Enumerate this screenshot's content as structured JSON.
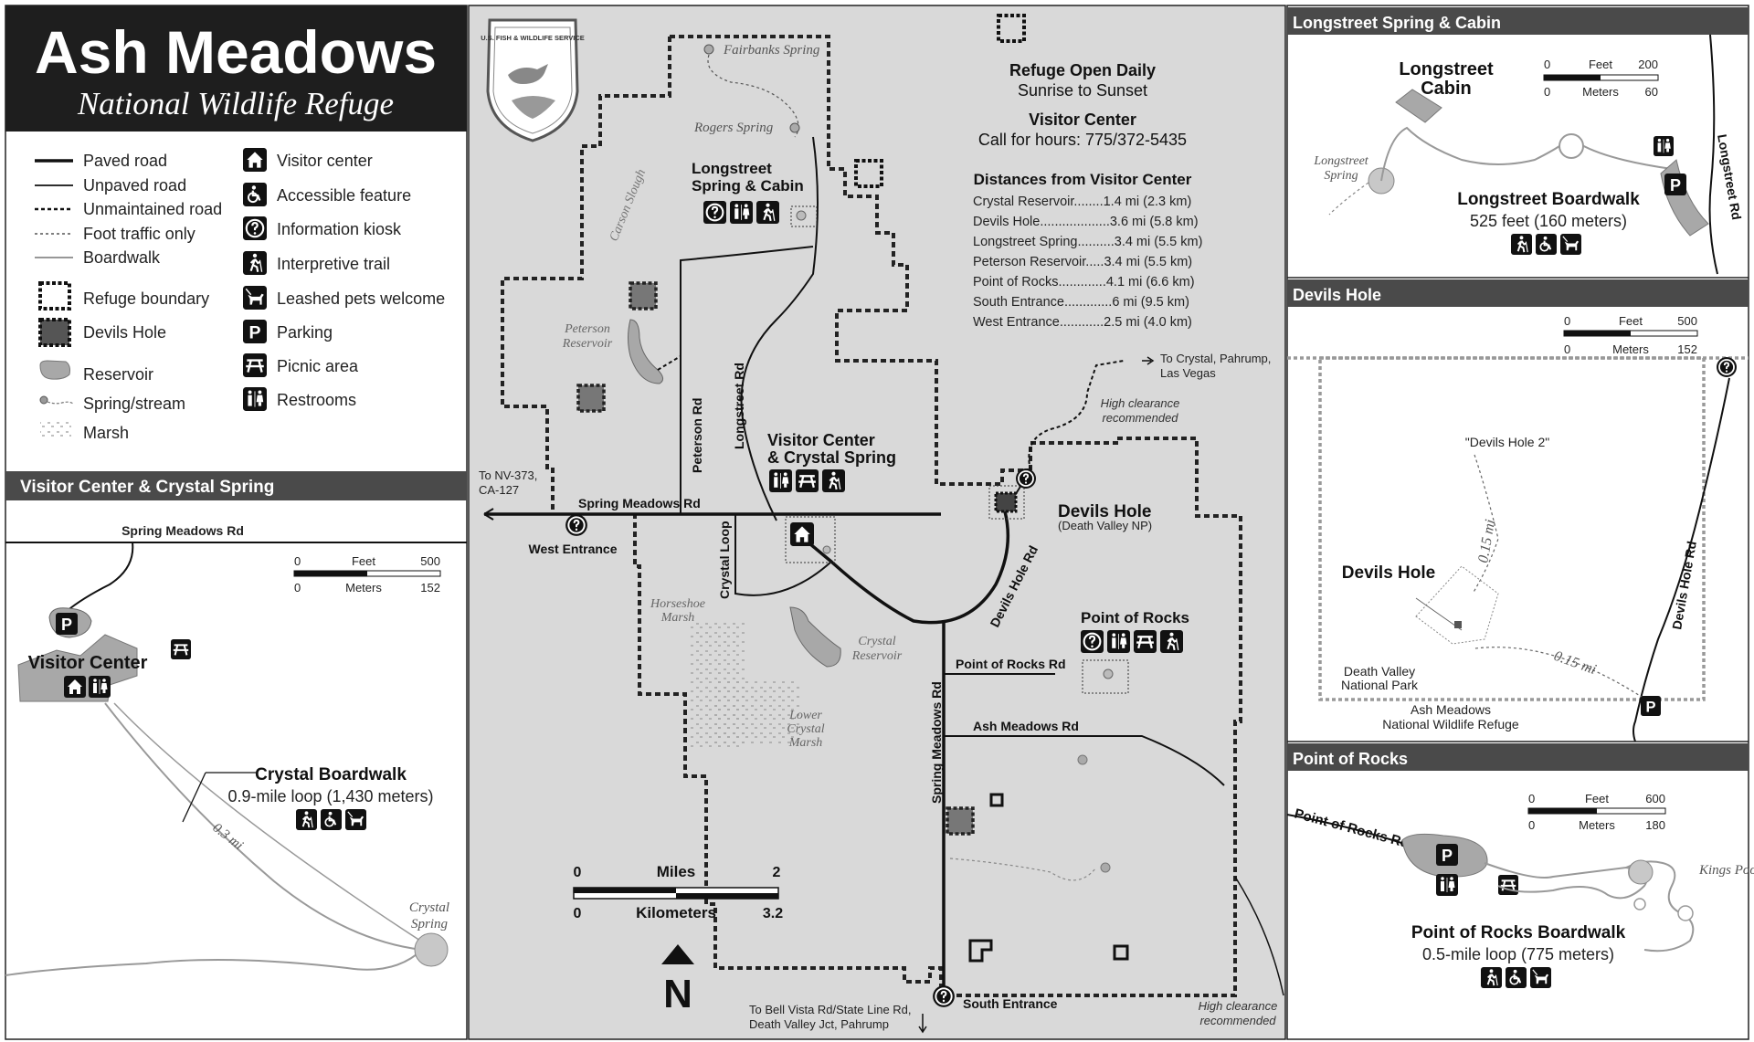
{
  "title": {
    "main": "Ash Meadows",
    "sub": "National Wildlife Refuge"
  },
  "logo_text": "U.S. FISH & WILDLIFE SERVICE",
  "legend_lines": [
    {
      "label": "Paved road",
      "style": "paved"
    },
    {
      "label": "Unpaved road",
      "style": "unpaved"
    },
    {
      "label": "Unmaintained road",
      "style": "unmaintained"
    },
    {
      "label": "Foot traffic only",
      "style": "foot"
    },
    {
      "label": "Boardwalk",
      "style": "boardwalk"
    }
  ],
  "legend_areas": [
    {
      "label": "Refuge boundary",
      "style": "boundary"
    },
    {
      "label": "Devils Hole",
      "style": "devilshole"
    },
    {
      "label": "Reservoir",
      "style": "reservoir"
    },
    {
      "label": "Spring/stream",
      "style": "spring"
    },
    {
      "label": "Marsh",
      "style": "marsh"
    }
  ],
  "legend_symbols": [
    {
      "label": "Visitor center",
      "icon": "house-icon"
    },
    {
      "label": "Accessible feature",
      "icon": "wheelchair-icon"
    },
    {
      "label": "Information kiosk",
      "icon": "info-icon"
    },
    {
      "label": "Interpretive trail",
      "icon": "hiker-icon"
    },
    {
      "label": "Leashed pets welcome",
      "icon": "dog-icon"
    },
    {
      "label": "Parking",
      "icon": "parking-icon"
    },
    {
      "label": "Picnic area",
      "icon": "picnic-icon"
    },
    {
      "label": "Restrooms",
      "icon": "restroom-icon"
    }
  ],
  "symbol_letters": {
    "parking": "P",
    "info": "?"
  },
  "info_block": {
    "open_title": "Refuge Open Daily",
    "open_hours": "Sunrise to Sunset",
    "vc_title": "Visitor Center",
    "vc_phone": "Call for hours: 775/372-5435",
    "distances_title": "Distances from Visitor Center",
    "distances": [
      "Crystal Reservoir........1.4 mi (2.3 km)",
      "Devils Hole...................3.6 mi (5.8 km)",
      "Longstreet Spring..........3.4 mi (5.5 km)",
      "Peterson Reservoir.....3.4 mi (5.5 km)",
      "Point of Rocks.............4.1 mi (6.6 km)",
      "South Entrance.............6 mi (9.5 km)",
      "West Entrance............2.5 mi (4.0 km)"
    ]
  },
  "main_map": {
    "fairbanks": "Fairbanks Spring",
    "rogers": "Rogers Spring",
    "carson": "Carson Slough",
    "longstreet_title1": "Longstreet",
    "longstreet_title2": "Spring & Cabin",
    "peterson_res1": "Peterson",
    "peterson_res2": "Reservoir",
    "peterson_rd": "Peterson Rd",
    "longstreet_rd": "Longstreet Rd",
    "vc_title1": "Visitor Center",
    "vc_title2": "& Crystal Spring",
    "to_nv1": "To NV-373,",
    "to_nv2": "CA-127",
    "spring_meadows_rd": "Spring Meadows Rd",
    "west_entrance": "West Entrance",
    "horseshoe1": "Horseshoe",
    "horseshoe2": "Marsh",
    "crystal_loop": "Crystal Loop",
    "crystal_res1": "Crystal",
    "crystal_res2": "Reservoir",
    "lower1": "Lower",
    "lower2": "Crystal",
    "lower3": "Marsh",
    "to_crystal1": "To Crystal, Pahrump,",
    "to_crystal2": "Las Vegas",
    "high_clear1": "High clearance",
    "high_clear2": "recommended",
    "devils_hole": "Devils Hole",
    "devils_hole_sub": "(Death Valley NP)",
    "devils_hole_rd": "Devils Hole Rd",
    "point_of_rocks": "Point of Rocks",
    "point_of_rocks_rd": "Point of Rocks Rd",
    "ash_meadows_rd": "Ash Meadows Rd",
    "spring_meadows_rd_v": "Spring Meadows Rd",
    "south_entrance": "South Entrance",
    "to_bell1": "To Bell Vista Rd/State Line Rd,",
    "to_bell2": "Death Valley Jct, Pahrump",
    "high_clear_s1": "High clearance",
    "high_clear_s2": "recommended",
    "north": "N"
  },
  "scalebar_main": {
    "miles_label": "Miles",
    "km_label": "Kilometers",
    "mi_min": "0",
    "mi_max": "2",
    "km_min": "0",
    "km_max": "3.2"
  },
  "inset_visitor": {
    "heading": "Visitor Center & Crystal Spring",
    "road": "Spring Meadows Rd",
    "vc_label": "Visitor Center",
    "boardwalk_title": "Crystal Boardwalk",
    "boardwalk_sub": "0.9-mile loop (1,430 meters)",
    "distance": "0.3 mi",
    "spring1": "Crystal",
    "spring2": "Spring",
    "scale": {
      "ft_label": "Feet",
      "m_label": "Meters",
      "ft_min": "0",
      "ft_max": "500",
      "m_min": "0",
      "m_max": "152"
    }
  },
  "inset_longstreet": {
    "heading": "Longstreet Spring & Cabin",
    "cabin1": "Longstreet",
    "cabin2": "Cabin",
    "spring1": "Longstreet",
    "spring2": "Spring",
    "boardwalk_title": "Longstreet Boardwalk",
    "boardwalk_sub": "525 feet (160 meters)",
    "road": "Longstreet Rd",
    "scale": {
      "ft_label": "Feet",
      "m_label": "Meters",
      "ft_min": "0",
      "ft_max": "200",
      "m_min": "0",
      "m_max": "60"
    }
  },
  "inset_devils": {
    "heading": "Devils Hole",
    "dh2": "\"Devils Hole 2\"",
    "dist1": "0.15 mi",
    "dist2": "0.15 mi",
    "dh_label": "Devils Hole",
    "road": "Devils Hole Rd",
    "dv1": "Death Valley",
    "dv2": "National Park",
    "am1": "Ash Meadows",
    "am2": "National Wildlife Refuge",
    "scale": {
      "ft_label": "Feet",
      "m_label": "Meters",
      "ft_min": "0",
      "ft_max": "500",
      "m_min": "0",
      "m_max": "152"
    }
  },
  "inset_rocks": {
    "heading": "Point of Rocks",
    "road": "Point of Rocks Rd",
    "kings_pool": "Kings Pool",
    "boardwalk_title": "Point of Rocks Boardwalk",
    "boardwalk_sub": "0.5-mile loop (775 meters)",
    "scale": {
      "ft_label": "Feet",
      "m_label": "Meters",
      "ft_min": "0",
      "ft_max": "600",
      "m_min": "0",
      "m_max": "180"
    }
  },
  "colors": {
    "map_bg": "#d9d9d9",
    "ink": "#1a1a1a",
    "header_bg": "#1e1e1e",
    "reservoir": "#a8a8a8",
    "devils_fill": "#555555"
  }
}
